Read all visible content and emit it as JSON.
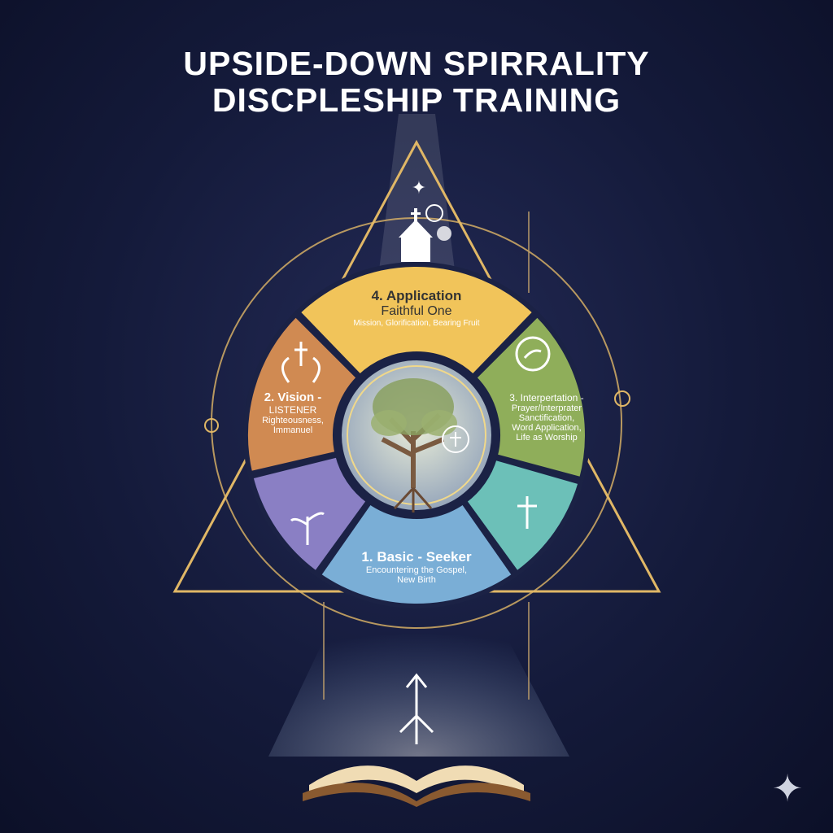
{
  "title": {
    "line1": "UPSIDE-DOWN SPIRRALITY",
    "line2": "DISCPLESHIP TRAINING"
  },
  "segments": [
    {
      "id": "application",
      "heading": "4. Application",
      "subheading": "Faithful One",
      "description": "Mission, Glorification, Bearing Fruit",
      "color": "#f1c45a"
    },
    {
      "id": "vision",
      "heading": "2. Vision -",
      "subheading": "LISTENER",
      "description": "Righteousness,",
      "description2": "Immanuel",
      "color": "#d08a52"
    },
    {
      "id": "interpretation",
      "heading": "3. Interpertation -",
      "subheading": "Prayer/Interprater",
      "description": "Sanctification,",
      "description2": "Word Application,",
      "description3": "Life as Worship",
      "color": "#8fae5a"
    },
    {
      "id": "basic",
      "heading": "1. Basic - Seeker",
      "description": "Encountering the Gospel,",
      "description2": "New Birth",
      "color": "#7aaed6"
    },
    {
      "id": "purple",
      "color": "#8a7fc4"
    },
    {
      "id": "teal",
      "color": "#6cc0b8"
    }
  ],
  "colors": {
    "gold": "#e0b766",
    "background": "#141a3a"
  }
}
